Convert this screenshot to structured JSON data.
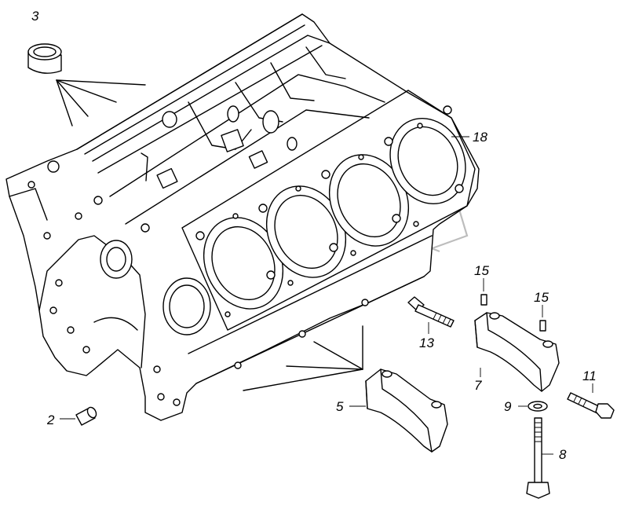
{
  "diagram": {
    "type": "exploded parts diagram",
    "callouts": [
      {
        "id": "c3",
        "label": "3"
      },
      {
        "id": "c18",
        "label": "18"
      },
      {
        "id": "c15a",
        "label": "15"
      },
      {
        "id": "c15b",
        "label": "15"
      },
      {
        "id": "c13",
        "label": "13"
      },
      {
        "id": "c7",
        "label": "7"
      },
      {
        "id": "c11",
        "label": "11"
      },
      {
        "id": "c5",
        "label": "5"
      },
      {
        "id": "c9",
        "label": "9"
      },
      {
        "id": "c2",
        "label": "2"
      },
      {
        "id": "c8",
        "label": "8"
      }
    ]
  }
}
